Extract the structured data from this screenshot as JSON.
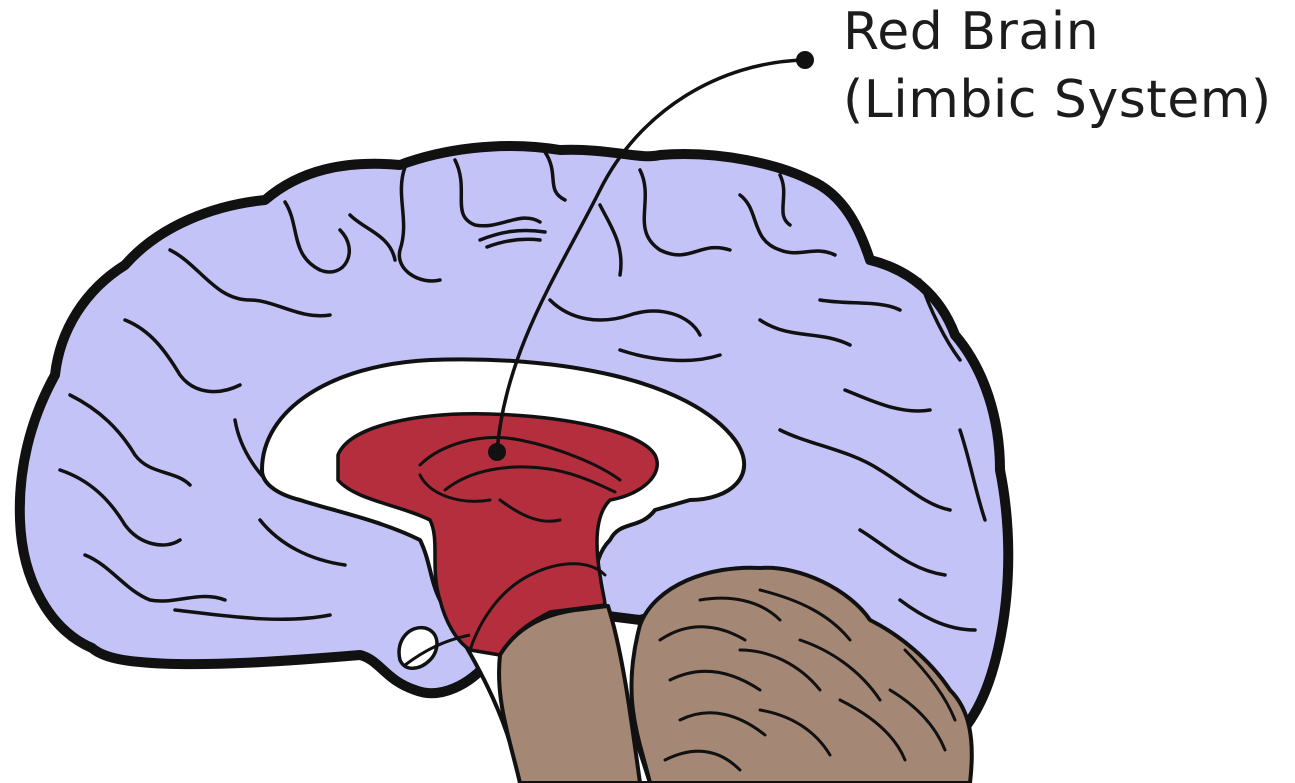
{
  "label": {
    "line1": "Red Brain",
    "line2": "(Limbic System)"
  },
  "colors": {
    "cortex": "#c4c3f7",
    "limbic": "#b52e3e",
    "brainstem": "#a58775",
    "white_matter": "#ffffff",
    "outline": "#111111"
  },
  "icons": {
    "leader_dot_start": "circle-marker",
    "leader_dot_end": "circle-marker"
  }
}
